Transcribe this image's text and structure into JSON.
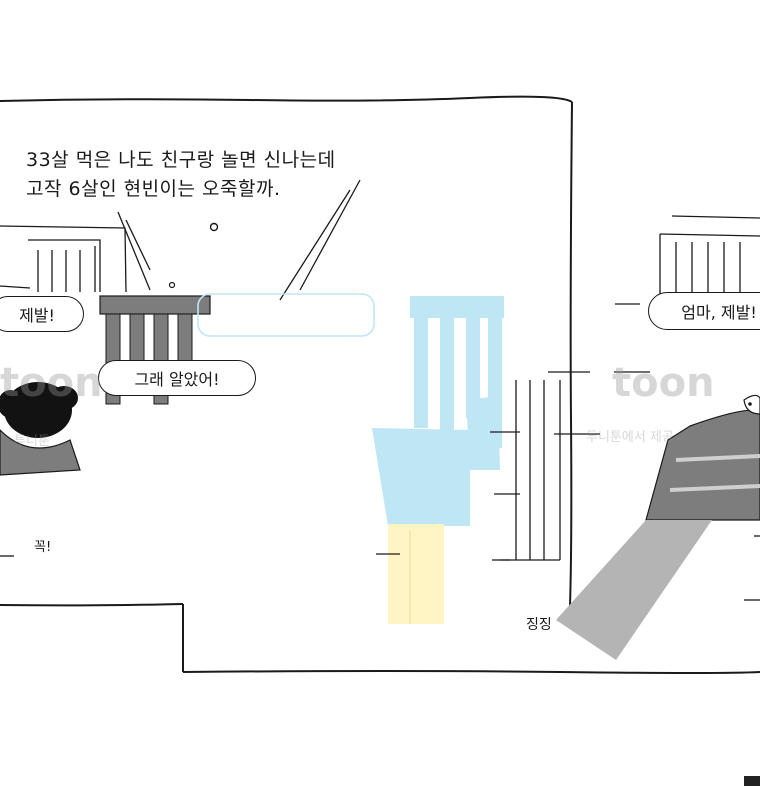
{
  "panel": {
    "narration_line1": "33살 먹은 나도 친구랑 놀면 신나는데",
    "narration_line2": "고작 6살인 현빈이는 오죽할까."
  },
  "bubbles": {
    "left_top": "제발!",
    "left_bottom": "그래 알았어!",
    "right": "엄마, 제발!"
  },
  "sfx": {
    "left": "꼭!",
    "right": "징징"
  },
  "watermarks": {
    "left": "toon",
    "left_sub": "투니툰",
    "right": "toon",
    "right_sub": "투니툰에서 제공"
  },
  "colors": {
    "ink": "#1a1a1a",
    "shirt_blue": "#bfe6f5",
    "pants_yellow": "#fff4c4",
    "sweater_gray": "#7d7d7d",
    "pants_gray": "#b4b4b4",
    "hair_black": "#121212"
  }
}
